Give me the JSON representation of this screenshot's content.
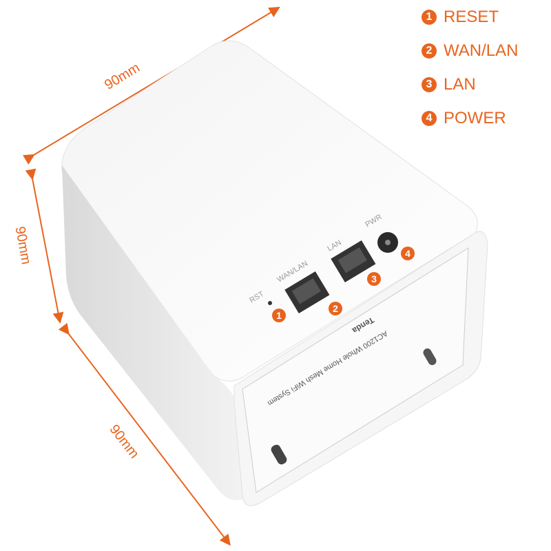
{
  "colors": {
    "accent": "#e8641e",
    "device": "#ffffff"
  },
  "legend": [
    {
      "num": "1",
      "label": "RESET"
    },
    {
      "num": "2",
      "label": "WAN/LAN"
    },
    {
      "num": "3",
      "label": "LAN"
    },
    {
      "num": "4",
      "label": "POWER"
    }
  ],
  "dimensions": {
    "width": "90mm",
    "height": "90mm",
    "depth": "90mm"
  },
  "device": {
    "port_labels": {
      "reset": "RST",
      "wan_lan": "WAN/LAN",
      "lan": "LAN",
      "power": "PWR"
    },
    "brand": "Tenda",
    "product": "AC1200 Whole Home Mesh WiFi System",
    "markers": [
      "1",
      "2",
      "3",
      "4"
    ]
  }
}
